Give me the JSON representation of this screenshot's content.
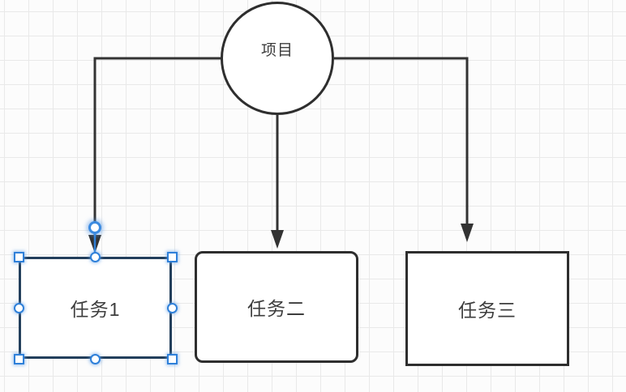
{
  "app": {
    "view": "diagram-canvas"
  },
  "diagram": {
    "nodes": [
      {
        "id": "project",
        "shape": "circle",
        "label": "项目",
        "selected": false
      },
      {
        "id": "task1",
        "shape": "rect",
        "label": "任务1",
        "selected": true
      },
      {
        "id": "task2",
        "shape": "rounded-rect",
        "label": "任务二",
        "selected": false
      },
      {
        "id": "task3",
        "shape": "rect",
        "label": "任务三",
        "selected": false
      }
    ],
    "edges": [
      {
        "from": "project",
        "to": "task1",
        "style": "orthogonal-arrow",
        "selected": true
      },
      {
        "from": "project",
        "to": "task2",
        "style": "orthogonal-arrow",
        "selected": false
      },
      {
        "from": "project",
        "to": "task3",
        "style": "orthogonal-arrow",
        "selected": false
      }
    ],
    "colors": {
      "edge_stroke": "#333333",
      "shape_stroke": "#2e2e2e",
      "selected_stroke": "#233f5c",
      "handle_accent": "#2f80d9",
      "grid_line": "#e9e9e9",
      "canvas_background": "#fcfcfc",
      "text": "#3d3d3d"
    }
  }
}
